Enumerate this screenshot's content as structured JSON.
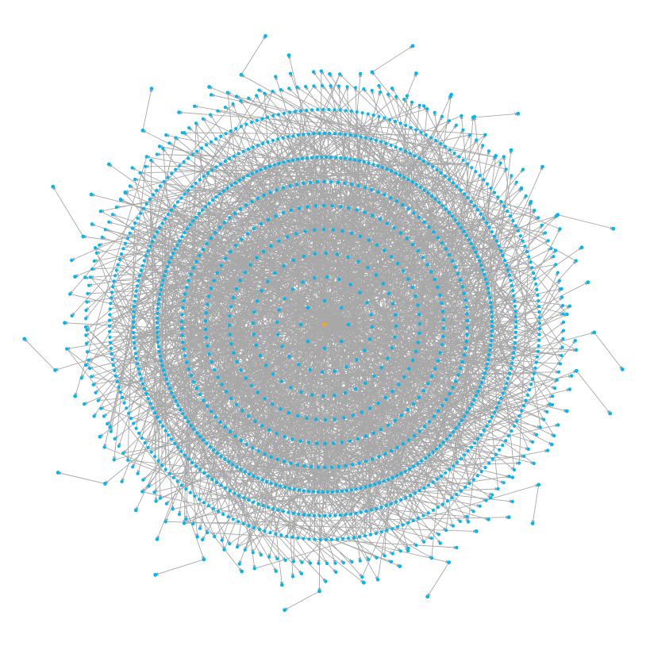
{
  "graph": {
    "type": "radial-tree-network",
    "layout": "concentric",
    "directed": true,
    "root_node_count": 1,
    "edge_style": "arrow",
    "colors": {
      "background": "#ffffff",
      "node": "#00b8f0",
      "root_node": "#f5a623",
      "edge": "#a8a8a8"
    },
    "rings": [
      {
        "level": 1,
        "nodes": 8
      },
      {
        "level": 2,
        "nodes": 24
      },
      {
        "level": 3,
        "nodes": 40
      },
      {
        "level": 4,
        "nodes": 64
      },
      {
        "level": 5,
        "nodes": 90
      },
      {
        "level": 6,
        "nodes": 130
      },
      {
        "level": 7,
        "nodes": 220
      },
      {
        "level": 8,
        "nodes": 230
      },
      {
        "level": 9,
        "nodes": 240
      },
      {
        "level": 10,
        "nodes": 180
      },
      {
        "level": 11,
        "nodes": 90
      },
      {
        "level": 12,
        "nodes": 40
      }
    ]
  }
}
